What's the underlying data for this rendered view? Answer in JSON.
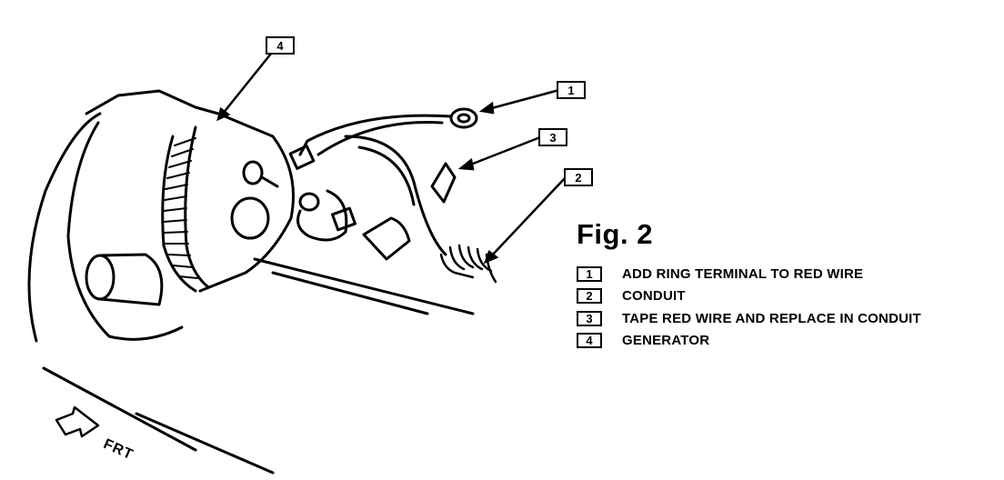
{
  "figure": {
    "title": "Fig. 2",
    "direction_label": "FRT"
  },
  "callouts": [
    {
      "number": "1"
    },
    {
      "number": "3"
    },
    {
      "number": "2"
    },
    {
      "number": "4"
    }
  ],
  "legend": [
    {
      "number": "1",
      "text": "ADD RING TERMINAL TO RED WIRE"
    },
    {
      "number": "2",
      "text": "CONDUIT"
    },
    {
      "number": "3",
      "text": "TAPE RED WIRE AND REPLACE IN CONDUIT"
    },
    {
      "number": "4",
      "text": "GENERATOR"
    }
  ]
}
